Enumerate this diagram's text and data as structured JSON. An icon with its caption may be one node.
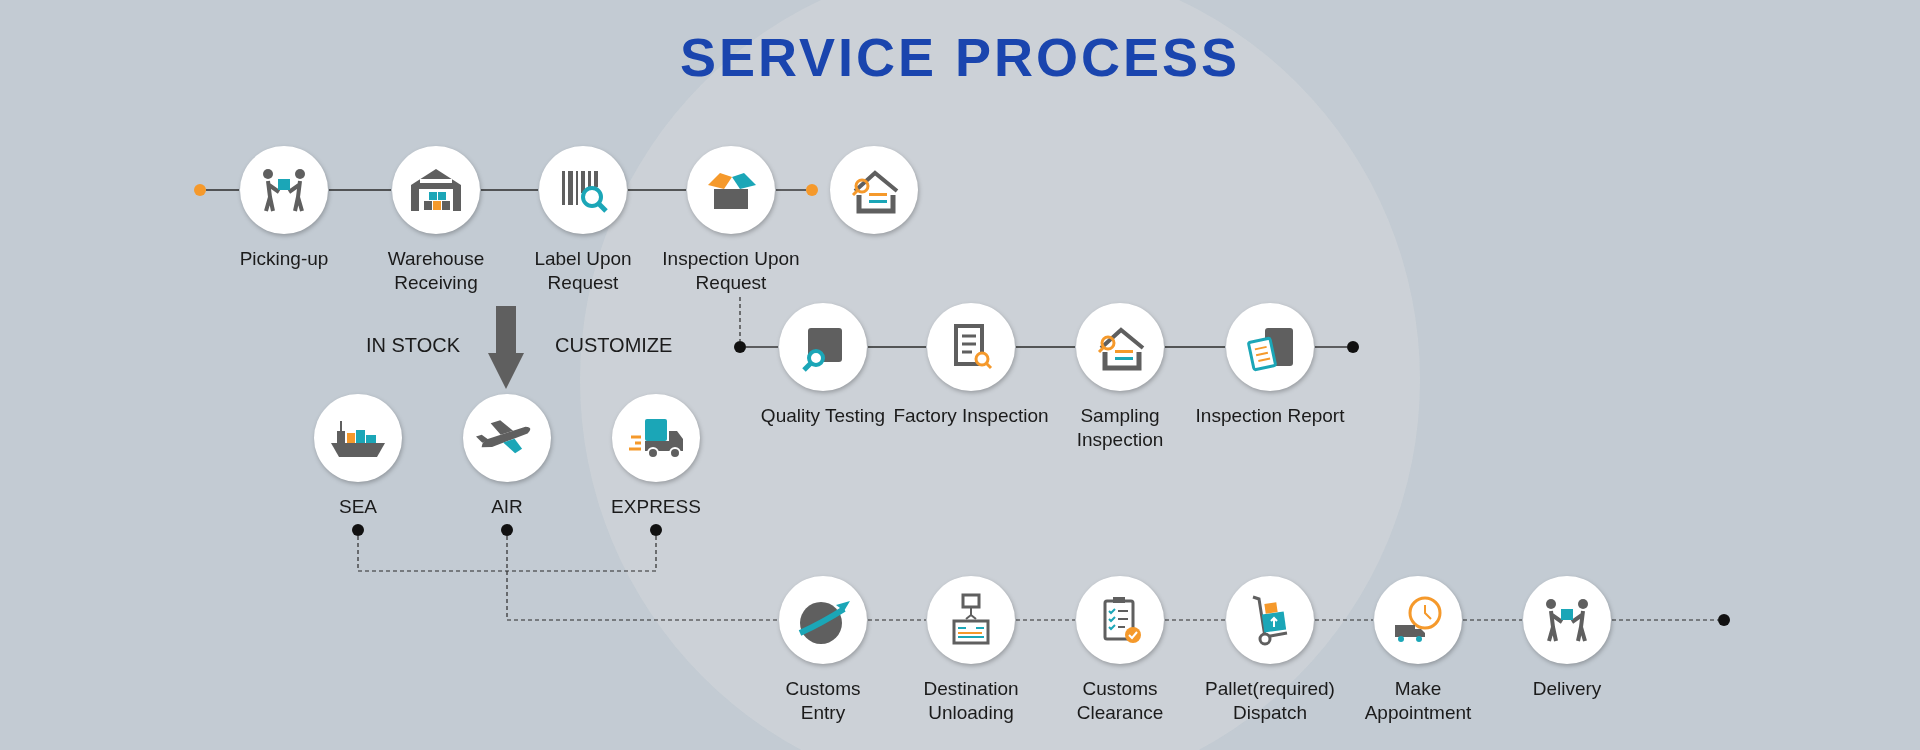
{
  "diagram": {
    "title": "SERVICE PROCESS",
    "nodes": [
      {
        "text": [],
        "shape": "dot"
      },
      {
        "text": [
          "Picking-up"
        ]
      },
      {
        "text": [
          "Warehouse Receiving"
        ]
      },
      {
        "text": [
          "Label Upon Request"
        ]
      },
      {
        "text": [
          "Inspection Upon Request"
        ]
      },
      {
        "text": [],
        "shape": "dot"
      },
      {
        "text": [],
        "shape": "circle"
      },
      {
        "text": [],
        "shape": "dot"
      },
      {
        "text": [
          "Quality Testing"
        ]
      },
      {
        "text": [
          "Factory Inspection"
        ]
      },
      {
        "text": [
          "Sampling Inspection"
        ]
      },
      {
        "text": [
          "Inspection Report"
        ]
      },
      {
        "text": [],
        "shape": "dot"
      },
      {
        "text": [
          "SEA"
        ]
      },
      {
        "text": [
          "AIR"
        ]
      },
      {
        "text": [
          "EXPRESS"
        ]
      },
      {
        "text": [],
        "shape": "dot"
      },
      {
        "text": [],
        "shape": "dot"
      },
      {
        "text": [],
        "shape": "dot"
      },
      {
        "text": [
          "Customs Entry"
        ]
      },
      {
        "text": [
          "Destination Unloading"
        ]
      },
      {
        "text": [
          "Customs Clearance"
        ]
      },
      {
        "text": [
          "Pallet(required) Dispatch"
        ]
      },
      {
        "text": [
          "Make Appointment"
        ]
      },
      {
        "text": [
          "Delivery"
        ]
      },
      {
        "text": [],
        "shape": "dot"
      }
    ],
    "edges": [
      {
        "from": 0,
        "to": 1,
        "arrow": "none"
      },
      {
        "from": 1,
        "to": 2,
        "arrow": "none"
      },
      {
        "from": 2,
        "to": 3,
        "arrow": "none"
      },
      {
        "from": 3,
        "to": 4,
        "arrow": "none"
      },
      {
        "from": 4,
        "to": 5,
        "arrow": "none"
      },
      {
        "from": 4,
        "to": 7,
        "arrow": "none",
        "style": "dashed"
      },
      {
        "from": 7,
        "to": 8,
        "arrow": "none"
      },
      {
        "from": 8,
        "to": 9,
        "arrow": "none"
      },
      {
        "from": 9,
        "to": 10,
        "arrow": "none"
      },
      {
        "from": 10,
        "to": 11,
        "arrow": "none"
      },
      {
        "from": 11,
        "to": 12,
        "arrow": "none"
      },
      {
        "from": null,
        "to": 14,
        "arrow": "to",
        "style": "thick",
        "color": "#5f5f5f"
      },
      {
        "from": 16,
        "to": 18,
        "arrow": "none",
        "style": "dashed"
      },
      {
        "from": 17,
        "to": 19,
        "arrow": "none",
        "style": "dashed"
      },
      {
        "from": 19,
        "to": 20,
        "arrow": "none",
        "style": "dashed"
      },
      {
        "from": 20,
        "to": 21,
        "arrow": "none",
        "style": "dashed"
      },
      {
        "from": 21,
        "to": 22,
        "arrow": "none",
        "style": "dashed"
      },
      {
        "from": 22,
        "to": 23,
        "arrow": "none",
        "style": "dashed"
      },
      {
        "from": 23,
        "to": 24,
        "arrow": "none",
        "style": "dashed"
      },
      {
        "from": 24,
        "to": 25,
        "arrow": "none",
        "style": "dashed"
      }
    ],
    "labels": [
      "IN STOCK",
      "CUSTOMIZE"
    ]
  }
}
